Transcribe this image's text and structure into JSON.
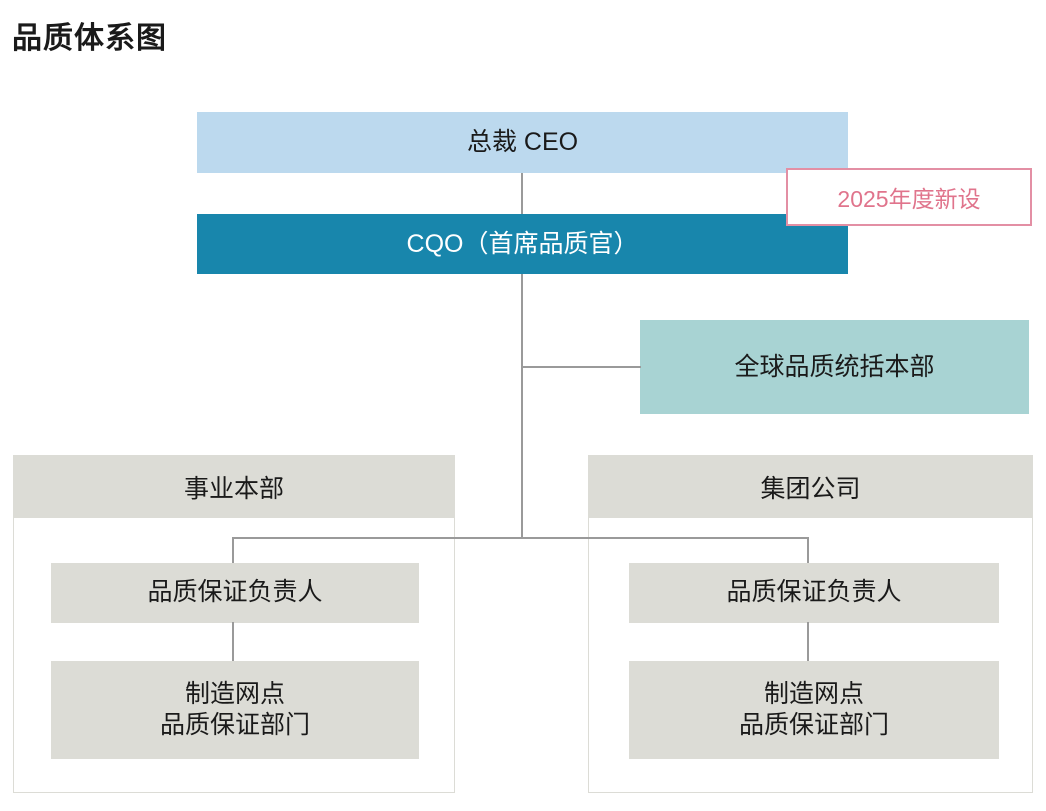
{
  "page": {
    "title": "品质体系图",
    "background": "#ffffff"
  },
  "colors": {
    "ceo_band": "#bcd9ee",
    "cqo_band": "#1886ac",
    "global_hq": "#a8d3d3",
    "group_gray": "#dcdcd6",
    "annotation_pink": "#e0748c",
    "annotation_border": "#e38fa4",
    "connector": "#9a9a9a",
    "text": "#1a1a1a",
    "text_inverse": "#ffffff"
  },
  "chart_data": {
    "type": "diagram",
    "title": "品质体系图",
    "nodes": [
      {
        "id": "ceo",
        "label": "总裁 CEO",
        "level": 0,
        "fill": "#bcd9ee",
        "text_color": "#1a1a1a"
      },
      {
        "id": "cqo",
        "label": "CQO（首席品质官）",
        "level": 1,
        "fill": "#1886ac",
        "text_color": "#ffffff"
      },
      {
        "id": "global",
        "label": "全球品质统括本部",
        "level": 2,
        "fill": "#a8d3d3",
        "text_color": "#1a1a1a"
      },
      {
        "id": "business_div",
        "label": "事业本部",
        "level": 2,
        "fill": "#dcdcd6",
        "text_color": "#1a1a1a"
      },
      {
        "id": "group_company",
        "label": "集团公司",
        "level": 2,
        "fill": "#dcdcd6",
        "text_color": "#1a1a1a"
      },
      {
        "id": "qa_mgr_left",
        "label": "品质保证负责人",
        "level": 3,
        "parent": "business_div",
        "fill": "#dcdcd6"
      },
      {
        "id": "qa_mgr_right",
        "label": "品质保证负责人",
        "level": 3,
        "parent": "group_company",
        "fill": "#dcdcd6"
      },
      {
        "id": "site_left",
        "label": "制造网点\n品质保证部门",
        "level": 4,
        "parent": "qa_mgr_left",
        "fill": "#dcdcd6"
      },
      {
        "id": "site_right",
        "label": "制造网点\n品质保证部门",
        "level": 4,
        "parent": "qa_mgr_right",
        "fill": "#dcdcd6"
      }
    ],
    "edges": [
      {
        "from": "ceo",
        "to": "cqo"
      },
      {
        "from": "cqo",
        "to": "global"
      },
      {
        "from": "cqo",
        "to": "qa_mgr_left"
      },
      {
        "from": "cqo",
        "to": "qa_mgr_right"
      },
      {
        "from": "qa_mgr_left",
        "to": "site_left"
      },
      {
        "from": "qa_mgr_right",
        "to": "site_right"
      }
    ],
    "annotations": [
      {
        "id": "new_2025",
        "label": "2025年度新设",
        "targets": "cqo",
        "style": "pink-outlined-callout"
      }
    ]
  },
  "nodes": {
    "ceo": {
      "label": "总裁 CEO"
    },
    "cqo": {
      "label": "CQO（首席品质官）"
    },
    "global_hq": {
      "label": "全球品质统括本部"
    },
    "business_division": {
      "header": "事业本部",
      "qa_manager": "品质保证负责人",
      "manufacturing_site": "制造网点\n品质保证部门"
    },
    "group_company": {
      "header": "集团公司",
      "qa_manager": "品质保证负责人",
      "manufacturing_site": "制造网点\n品质保证部门"
    }
  },
  "annotation": {
    "new_2025": "2025年度新设"
  }
}
